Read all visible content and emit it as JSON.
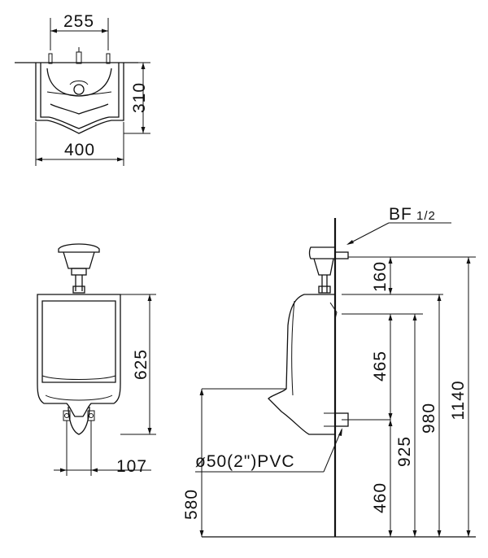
{
  "top_view": {
    "width_inner": "255",
    "depth": "310",
    "width_outer": "400"
  },
  "front_view": {
    "height_body": "625",
    "outlet_offset": "107"
  },
  "side_view": {
    "inlet_label_main": "BF",
    "inlet_label_sub": "1/2",
    "outlet_label": "ø50(2\")PVC",
    "dim_160": "160",
    "dim_465": "465",
    "dim_925": "925",
    "dim_980": "980",
    "dim_1140": "1140",
    "dim_460": "460",
    "dim_580": "580"
  }
}
